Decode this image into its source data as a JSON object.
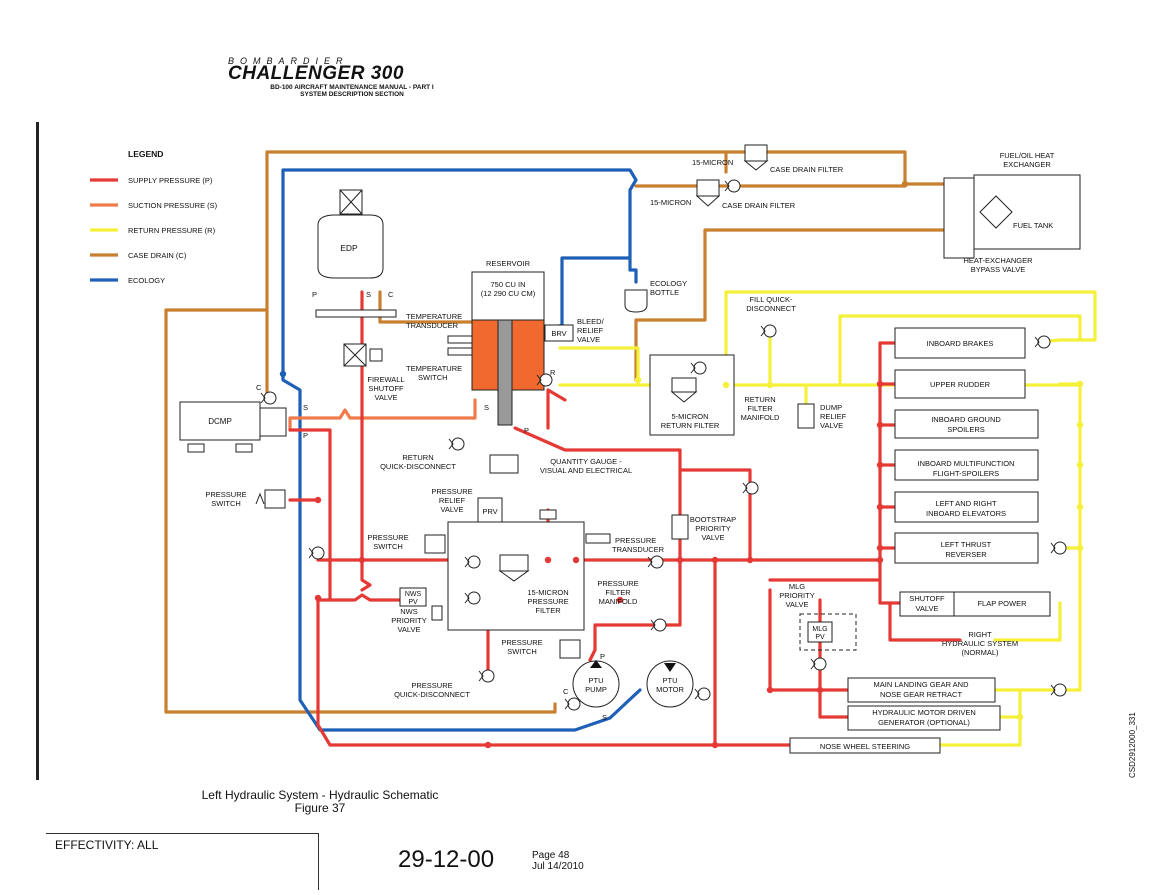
{
  "header": {
    "brand": "BOMBARDIER",
    "model": "CHALLENGER 300",
    "manual_line1": "BD-100 AIRCRAFT MAINTENANCE MANUAL - PART I",
    "manual_line2": "SYSTEM DESCRIPTION SECTION"
  },
  "legend": {
    "title": "LEGEND",
    "items": [
      {
        "label": "SUPPLY PRESSURE (P)",
        "color": "#e53935"
      },
      {
        "label": "SUCTION PRESSURE (S)",
        "color": "#f07a4a"
      },
      {
        "label": "RETURN PRESSURE (R)",
        "color": "#f5f03a"
      },
      {
        "label": "CASE DRAIN (C)",
        "color": "#c87f2f"
      },
      {
        "label": "ECOLOGY",
        "color": "#1e5fb8"
      }
    ]
  },
  "components": {
    "edp": "EDP",
    "dcmp": "DCMP",
    "reservoir": "RESERVOIR",
    "reservoir_cap1": "750 CU IN",
    "reservoir_cap2": "(12 290 CU CM)",
    "brv": "BRV",
    "bleed_valve": [
      "BLEED/",
      "RELIEF",
      "VALVE"
    ],
    "temp_transducer": [
      "TEMPERATURE",
      "TRANSDUCER"
    ],
    "temp_switch": [
      "TEMPERATURE",
      "SWITCH"
    ],
    "firewall_valve": [
      "FIREWALL",
      "SHUTOFF",
      "VALVE"
    ],
    "return_qd": [
      "RETURN",
      "QUICK-DISCONNECT"
    ],
    "quantity_gauge": [
      "QUANTITY GAUGE -",
      "VISUAL AND ELECTRICAL"
    ],
    "ecology_bottle": [
      "ECOLOGY",
      "BOTTLE"
    ],
    "case_drain_filter_1": "CASE DRAIN FILTER",
    "case_drain_filter_2": "CASE DRAIN FILTER",
    "micron_15_a": "15-MICRON",
    "micron_15_b": "15-MICRON",
    "fuel_oil_hx": [
      "FUEL/OIL HEAT",
      "EXCHANGER"
    ],
    "fuel_tank": "FUEL TANK",
    "hx_bypass": [
      "HEAT-EXCHANGER",
      "BYPASS VALVE"
    ],
    "fill_qd": [
      "FILL QUICK-",
      "DISCONNECT"
    ],
    "return_filter": [
      "5-MICRON",
      "RETURN FILTER"
    ],
    "return_filter_manifold": [
      "RETURN",
      "FILTER",
      "MANIFOLD"
    ],
    "dump_relief": [
      "DUMP",
      "RELIEF",
      "VALVE"
    ],
    "pressure_switch_1": [
      "PRESSURE",
      "SWITCH"
    ],
    "pressure_switch_2": [
      "PRESSURE",
      "SWITCH"
    ],
    "pressure_switch_3": [
      "PRESSURE",
      "SWITCH"
    ],
    "prv": "PRV",
    "prv_label": [
      "PRESSURE",
      "RELIEF",
      "VALVE"
    ],
    "pressure_transducer": [
      "PRESSURE",
      "TRANSDUCER"
    ],
    "bootstrap": [
      "BOOTSTRAP",
      "PRIORITY",
      "VALVE"
    ],
    "nws_pv": [
      "NWS",
      "PV"
    ],
    "nws_priority": [
      "NWS",
      "PRIORITY",
      "VALVE"
    ],
    "pressure_filter": [
      "15-MICRON",
      "PRESSURE",
      "FILTER"
    ],
    "pressure_filter_manifold": [
      "PRESSURE",
      "FILTER",
      "MANIFOLD"
    ],
    "pressure_qd": [
      "PRESSURE",
      "QUICK-DISCONNECT"
    ],
    "ptu_pump": [
      "PTU",
      "PUMP"
    ],
    "ptu_motor": [
      "PTU",
      "MOTOR"
    ],
    "mlg_priority": [
      "MLG",
      "PRIORITY",
      "VALVE"
    ],
    "mlg_pv": [
      "MLG",
      "PV"
    ],
    "right_system": [
      "RIGHT",
      "HYDRAULIC SYSTEM",
      "(NORMAL)"
    ],
    "port_s": "S",
    "port_p": "P",
    "port_c": "C",
    "port_r": "R"
  },
  "consumers": {
    "inboard_brakes": [
      "INBOARD BRAKES"
    ],
    "upper_rudder": [
      "UPPER RUDDER"
    ],
    "inboard_ground_spoilers": [
      "INBOARD GROUND",
      "SPOILERS"
    ],
    "inboard_multifunction": [
      "INBOARD MULTIFUNCTION",
      "FLIGHT-SPOILERS"
    ],
    "elevators": [
      "LEFT AND RIGHT",
      "INBOARD ELEVATORS"
    ],
    "thrust_reverser": [
      "LEFT THRUST",
      "REVERSER"
    ],
    "shutoff_valve": [
      "SHUTOFF",
      "VALVE"
    ],
    "flap_power": [
      "FLAP POWER"
    ],
    "landing_gear": [
      "MAIN LANDING GEAR AND",
      "NOSE GEAR RETRACT"
    ],
    "motor_generator": [
      "HYDRAULIC MOTOR DRIVEN",
      "GENERATOR (OPTIONAL)"
    ],
    "nose_wheel": [
      "NOSE WHEEL STEERING"
    ]
  },
  "caption": {
    "line1": "Left Hydraulic System - Hydraulic Schematic",
    "line2": "Figure 37"
  },
  "footer": {
    "effectivity": "EFFECTIVITY:   ALL",
    "doc_number": "29-12-00",
    "page": "Page 48",
    "date": "Jul 14/2010",
    "side_code": "CSD2912000_331"
  }
}
